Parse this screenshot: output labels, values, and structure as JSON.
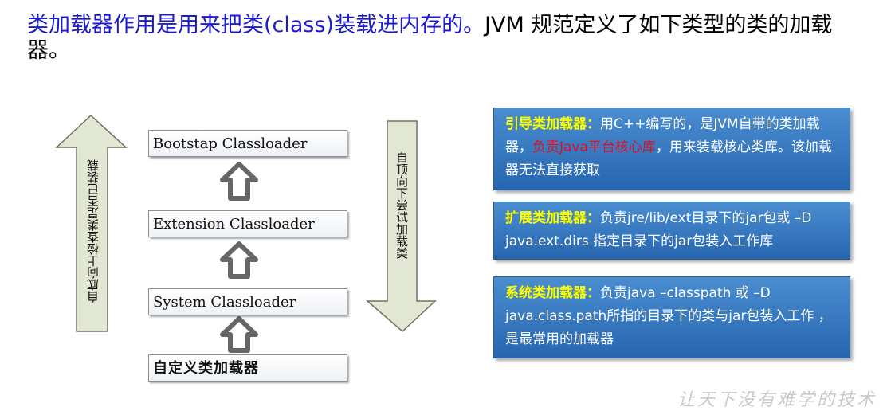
{
  "title": {
    "part1": "类加载器作用是用来把类(class)装载进内存的。",
    "part2": "JVM 规范定义了如下类型的类的加载器。"
  },
  "diagram": {
    "loaders": [
      "Bootstap Classloader",
      "Extension Classloader",
      "System Classloader",
      "自定义类加载器"
    ],
    "up_label": "自底向上检查类是否已装载",
    "down_label": "自顶向下尝试加载类",
    "arrow_color": "#e2e7d3",
    "arrow_stroke": "#6f7260"
  },
  "boxes": [
    {
      "name": "引导类加载器：",
      "text_before": "用C++编写的，是JVM自带的类加载器，",
      "text_red": "负责Java平台核心库",
      "text_after": "，用来装载核心类库。该加载器无法直接获取"
    },
    {
      "name": "扩展类加载器：",
      "text": "负责jre/lib/ext目录下的jar包或 –D java.ext.dirs 指定目录下的jar包装入工作库"
    },
    {
      "name": "系统类加载器：",
      "text": "负责java –classpath 或 –D java.class.path所指的目录下的类与jar包装入工作 ，是最常用的加载器"
    }
  ],
  "watermark": "让天下没有难学的技术"
}
